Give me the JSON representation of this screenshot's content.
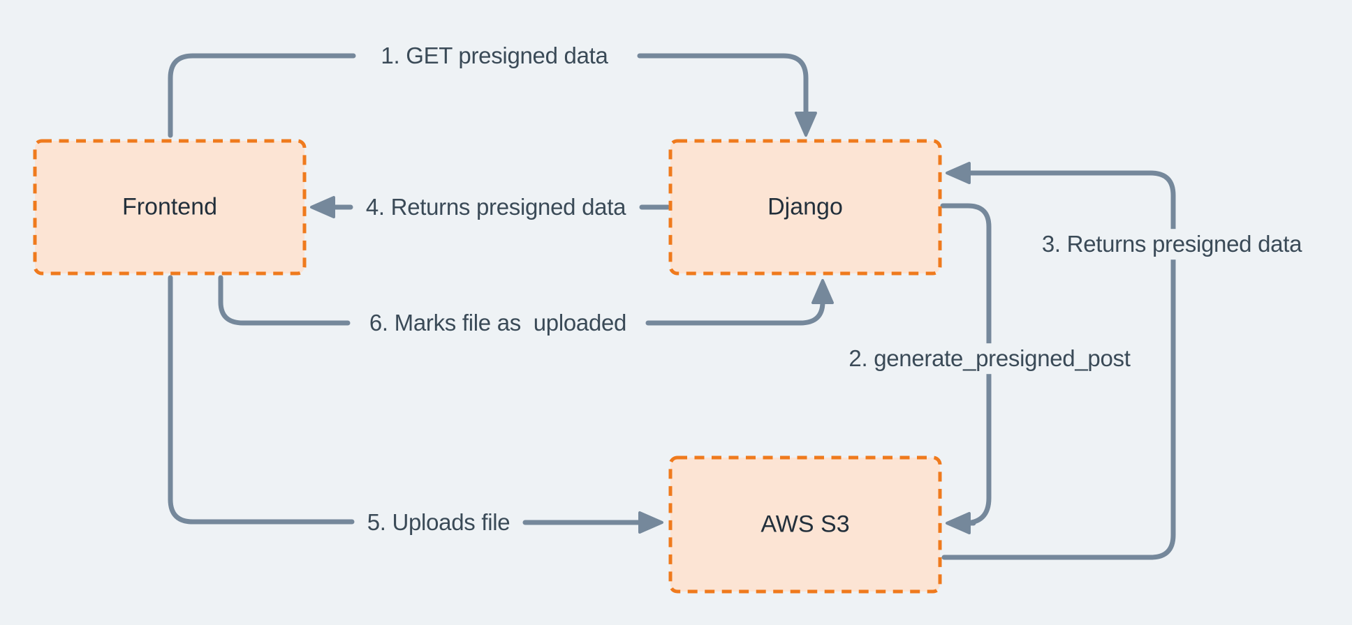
{
  "diagram": {
    "title_hint": "S3 presigned upload flow",
    "background": "#eef2f5"
  },
  "colors": {
    "bg": "#eef2f5",
    "arrow": "#75889b",
    "edge-text": "#3a4a57",
    "node-text": "#222f3b",
    "node-fill": "#fce4d4",
    "node-border": "#ef7a1d"
  },
  "nodes": [
    {
      "id": "frontend",
      "label": "Frontend"
    },
    {
      "id": "django",
      "label": "Django"
    },
    {
      "id": "aws-s3",
      "label": "AWS S3"
    }
  ],
  "edges": [
    {
      "id": "1",
      "label": "1. GET presigned data",
      "from": "frontend",
      "to": "django"
    },
    {
      "id": "2",
      "label": "2. generate_presigned_post",
      "from": "django",
      "to": "aws-s3"
    },
    {
      "id": "3",
      "label": "3. Returns presigned data",
      "from": "aws-s3",
      "to": "django"
    },
    {
      "id": "4",
      "label": "4. Returns presigned data",
      "from": "django",
      "to": "frontend"
    },
    {
      "id": "5",
      "label": "5. Uploads file",
      "from": "frontend",
      "to": "aws-s3"
    },
    {
      "id": "6",
      "label": "6. Marks file as  uploaded",
      "from": "frontend",
      "to": "django"
    }
  ]
}
